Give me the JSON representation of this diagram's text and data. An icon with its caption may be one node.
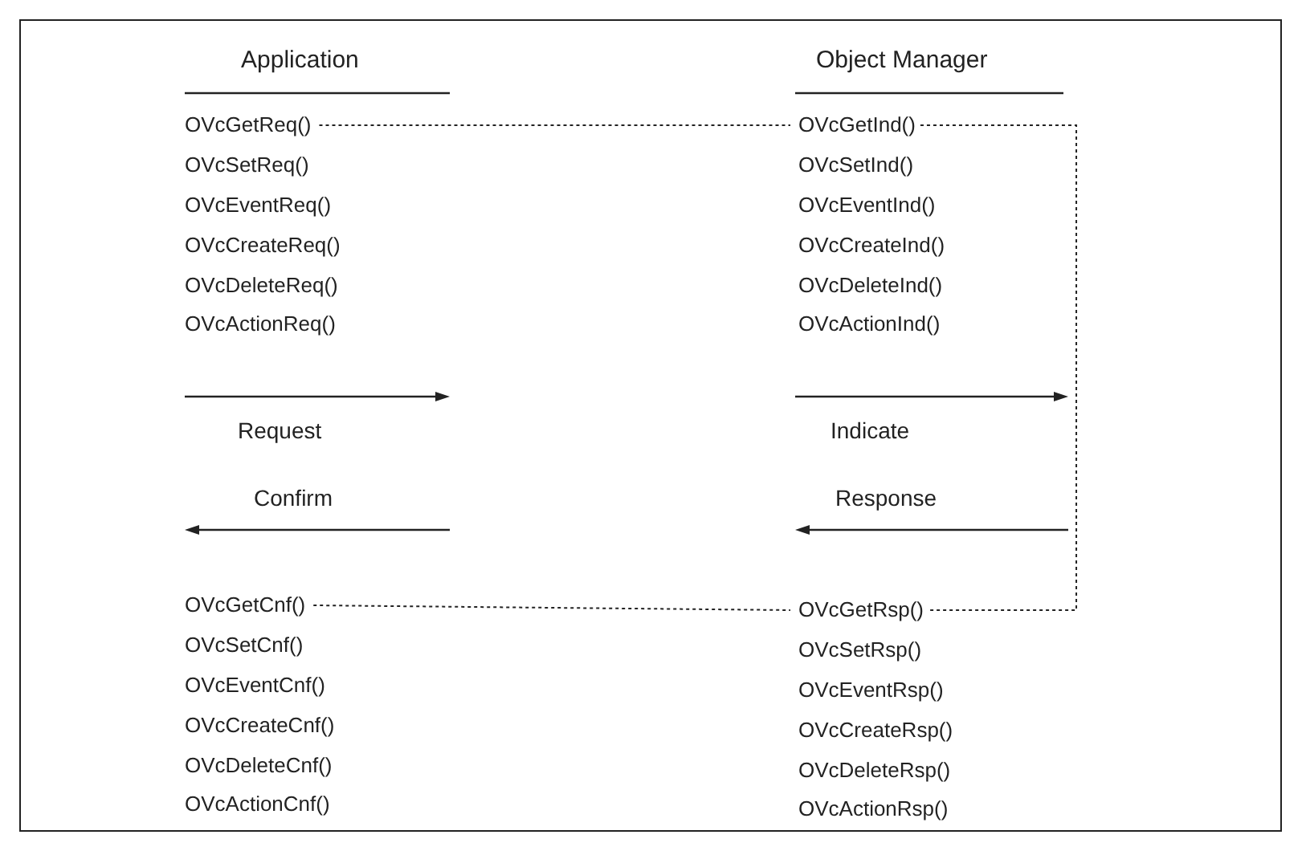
{
  "diagram": {
    "nodes": [
      {
        "text": [
          "OVcGetReq()"
        ]
      },
      {
        "text": [
          "OVcGetInd()"
        ]
      },
      {
        "text": [
          "OVcGetCnf()"
        ]
      },
      {
        "text": [
          "OVcGetRsp()"
        ]
      }
    ],
    "edges": [
      {
        "from": 0,
        "to": 1,
        "arrow": "none",
        "style": "dashed"
      },
      {
        "from": 1,
        "to": 3,
        "arrow": "none",
        "style": "dashed"
      },
      {
        "from": 2,
        "to": 3,
        "arrow": "none",
        "style": "dashed"
      }
    ],
    "labels": [
      "Application",
      "Object Manager",
      "OVcSetReq()",
      "OVcSetInd()",
      "OVcEventReq()",
      "OVcEventInd()",
      "OVcCreateReq()",
      "OVcCreateInd()",
      "OVcDeleteReq()",
      "OVcDeleteInd()",
      "OVcActionReq()",
      "OVcActionInd()",
      "Request",
      "Indicate",
      "Confirm",
      "Response",
      "OVcSetCnf()",
      "OVcSetRsp()",
      "OVcEventCnf()",
      "OVcEventRsp()",
      "OVcCreateCnf()",
      "OVcCreateRsp()",
      "OVcDeleteCnf()",
      "OVcDeleteRsp()",
      "OVcActionCnf()",
      "OVcActionRsp()"
    ]
  }
}
